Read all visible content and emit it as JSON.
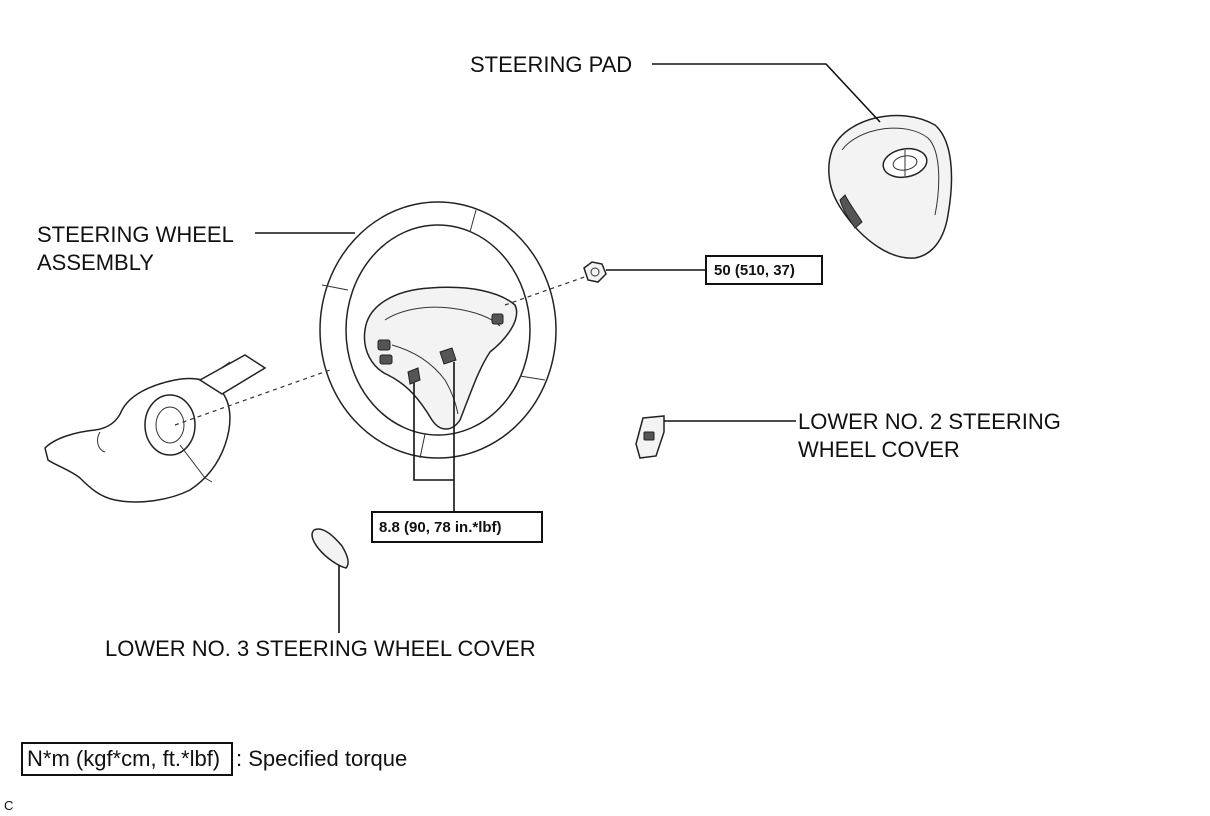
{
  "labels": {
    "steering_pad": "STEERING PAD",
    "steering_wheel_line1": "STEERING WHEEL",
    "steering_wheel_line2": "ASSEMBLY",
    "lower_no2_line1": "LOWER NO. 2 STEERING",
    "lower_no2_line2": "WHEEL COVER",
    "lower_no3": "LOWER NO. 3 STEERING WHEEL COVER"
  },
  "torque": {
    "nut": "50 (510, 37)",
    "bolts": "8.8 (90, 78 in.*lbf)"
  },
  "legend": {
    "unit_box": "N*m (kgf*cm, ft.*lbf)",
    "description": ": Specified torque"
  },
  "corner_mark": "C"
}
